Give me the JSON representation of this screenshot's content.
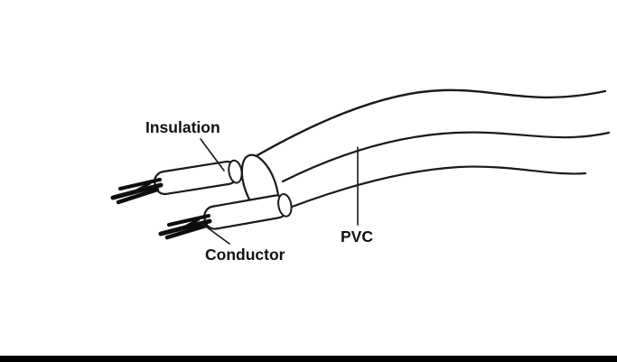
{
  "diagram": {
    "labels": {
      "insulation": "Insulation",
      "conductor": "Conductor",
      "pvc": "PVC"
    },
    "colors": {
      "background": "#ffffff",
      "line": "#1a1a1a",
      "footer_bar": "#000000"
    }
  }
}
